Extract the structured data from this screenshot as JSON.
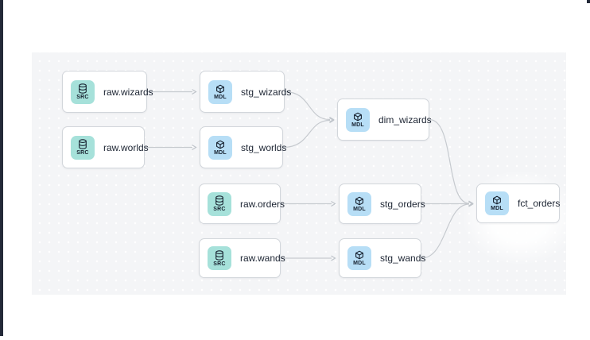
{
  "diagram": {
    "type": "lineage-dag",
    "nodes": [
      {
        "id": "raw.wizards",
        "label": "raw.wizards",
        "badge": "SRC",
        "icon": "database-icon"
      },
      {
        "id": "stg_wizards",
        "label": "stg_wizards",
        "badge": "MDL",
        "icon": "cube-icon"
      },
      {
        "id": "raw.worlds",
        "label": "raw.worlds",
        "badge": "SRC",
        "icon": "database-icon"
      },
      {
        "id": "stg_worlds",
        "label": "stg_worlds",
        "badge": "MDL",
        "icon": "cube-icon"
      },
      {
        "id": "dim_wizards",
        "label": "dim_wizards",
        "badge": "MDL",
        "icon": "cube-icon"
      },
      {
        "id": "raw.orders",
        "label": "raw.orders",
        "badge": "SRC",
        "icon": "database-icon"
      },
      {
        "id": "stg_orders",
        "label": "stg_orders",
        "badge": "MDL",
        "icon": "cube-icon"
      },
      {
        "id": "fct_orders",
        "label": "fct_orders",
        "badge": "MDL",
        "icon": "cube-icon",
        "highlighted": true
      },
      {
        "id": "raw.wands",
        "label": "raw.wands",
        "badge": "SRC",
        "icon": "database-icon"
      },
      {
        "id": "stg_wands",
        "label": "stg_wands",
        "badge": "MDL",
        "icon": "cube-icon"
      }
    ],
    "edges": [
      {
        "from": "raw.wizards",
        "to": "stg_wizards"
      },
      {
        "from": "raw.worlds",
        "to": "stg_worlds"
      },
      {
        "from": "raw.orders",
        "to": "stg_orders"
      },
      {
        "from": "raw.wands",
        "to": "stg_wands"
      },
      {
        "from": "stg_wizards",
        "to": "dim_wizards"
      },
      {
        "from": "stg_worlds",
        "to": "dim_wizards"
      },
      {
        "from": "dim_wizards",
        "to": "fct_orders"
      },
      {
        "from": "stg_orders",
        "to": "fct_orders"
      },
      {
        "from": "stg_wands",
        "to": "fct_orders"
      }
    ],
    "colors": {
      "src_badge_bg": "#a6e1da",
      "mdl_badge_bg": "#b7def6",
      "node_bg": "#ffffff",
      "node_border": "#d2d6db",
      "node_text": "#1d2533",
      "badge_text": "#16202e",
      "edge": "#c6cacf",
      "canvas_bg": "#f4f5f7",
      "canvas_dot": "#ffffff",
      "page_bg": "#ffffff",
      "window_edge": "#232938"
    }
  }
}
